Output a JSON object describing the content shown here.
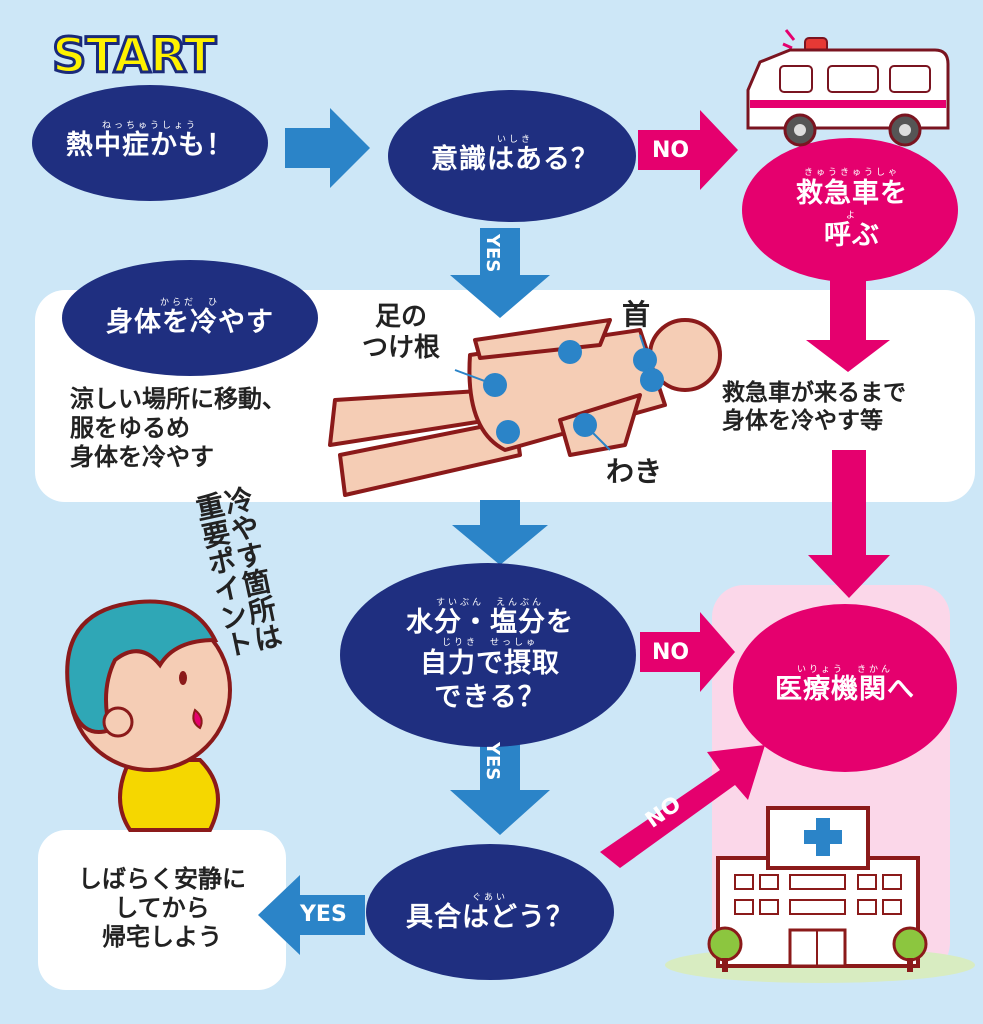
{
  "start": "START",
  "nodes": {
    "heatstroke": {
      "ruby": "ねっちゅうしょう",
      "text": "熱中症かも！"
    },
    "conscious": {
      "ruby": "いしき",
      "text": "意識はある？"
    },
    "ambulance": {
      "ruby1": "きゅうきゅうしゃ",
      "line1": "救急車を",
      "ruby2": "よ",
      "line2": "呼ぶ"
    },
    "cool": {
      "ruby": "からだ　ひ",
      "text": "身体を冷やす"
    },
    "water": {
      "ruby1": "すいぶん　えんぶん",
      "line1": "水分・塩分を",
      "ruby2": "じりき　せっしゅ",
      "line2": "自力で摂取",
      "line3": "できる？"
    },
    "hospital": {
      "ruby": "いりょう　きかん",
      "text": "医療機関へ"
    },
    "condition": {
      "ruby": "ぐあい",
      "text": "具合はどう？"
    }
  },
  "notes": {
    "cool_detail": [
      "涼しい場所に移動、",
      "服をゆるめ",
      "身体を冷やす"
    ],
    "ambulance_detail": [
      "救急車が来るまで",
      "身体を冷やす等"
    ],
    "rest": [
      "しばらく安静に",
      "してから",
      "帰宅しよう"
    ]
  },
  "body_labels": {
    "groin": [
      "足の",
      "つけ根"
    ],
    "neck": "首",
    "armpit": "わき"
  },
  "speech": [
    "冷やす箇所は",
    "重要ポイント"
  ],
  "arrows": {
    "yes": "YES",
    "no": "NO"
  },
  "colors": {
    "navy": "#1f2f80",
    "pink": "#e5006e",
    "blue": "#2b84c8",
    "bg": "#cde7f7"
  }
}
